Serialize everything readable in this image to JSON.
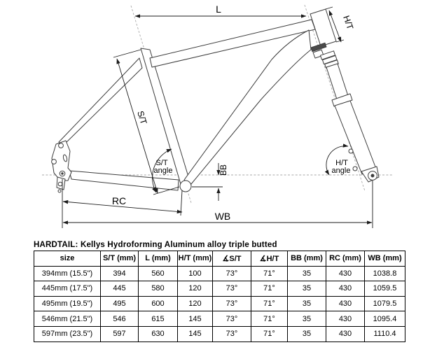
{
  "diagram": {
    "dim_labels": {
      "L": "L",
      "HT": "H/T",
      "ST": "S/T",
      "BB": "BB",
      "RC": "RC",
      "WB": "WB",
      "ST_angle": [
        "S/T",
        "angle"
      ],
      "HT_angle": [
        "H/T",
        "angle"
      ]
    },
    "line_color": "#3c3c3c",
    "dash_color": "#aaaaaa"
  },
  "table": {
    "title": "HARDTAIL: Kellys Hydroforming Aluminum alloy triple butted",
    "headers": [
      "size",
      "S/T (mm)",
      "L (mm)",
      "H/T (mm)",
      "∡S/T",
      "∡H/T",
      "BB (mm)",
      "RC (mm)",
      "WB (mm)"
    ],
    "rows": [
      [
        "394mm (15.5\")",
        "394",
        "560",
        "100",
        "73°",
        "71°",
        "35",
        "430",
        "1038.8"
      ],
      [
        "445mm (17.5\")",
        "445",
        "580",
        "120",
        "73°",
        "71°",
        "35",
        "430",
        "1059.5"
      ],
      [
        "495mm (19.5\")",
        "495",
        "600",
        "120",
        "73°",
        "71°",
        "35",
        "430",
        "1079.5"
      ],
      [
        "546mm (21.5\")",
        "546",
        "615",
        "145",
        "73°",
        "71°",
        "35",
        "430",
        "1095.4"
      ],
      [
        "597mm (23.5\")",
        "597",
        "630",
        "145",
        "73°",
        "71°",
        "35",
        "430",
        "1110.4"
      ]
    ]
  }
}
